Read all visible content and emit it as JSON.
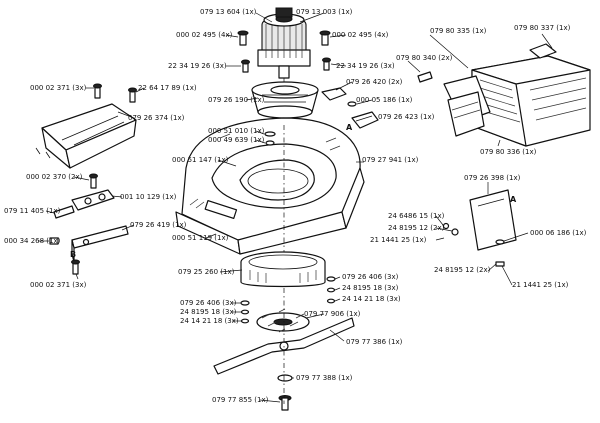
{
  "diagram": {
    "labels": {
      "motor_left": "079 13 604 (1x)",
      "motor_right": "079 13 003 (1x)",
      "screw_motor_l": "000 02 495 (4x)",
      "screw_motor_r": "000 02 495 (4x)",
      "screw_cover_l": "22 34 19 26 (3x)",
      "screw_cover_r": "22 34 19 26 (3x)",
      "cover_screw": "000 02 371 (3x)",
      "cover_pin": "22 64 17 89 (1x)",
      "cover": "079 26 374 (1x)",
      "bracket_420": "079 26 420 (2x)",
      "motor_base": "079 26 190 (1x)",
      "washer_186": "000 05 186 (1x)",
      "part_423": "079 26 423 (1x)",
      "ring_010": "000 51 010 (1x)",
      "ring_639": "000 49 639 (1x)",
      "deck_147": "000 51 147 (1x)",
      "deck": "079 27 941 (1x)",
      "bolt_370": "000 02 370 (2x)",
      "hinge_129": "001 10 129 (1x)",
      "axle_405": "079 11 405 (1x)",
      "bracket_419": "079 26 419 (1x)",
      "nut_288": "000 34 268 (1x)",
      "screw_bottom": "000 02 371 (3x)",
      "deck_119": "000 51 119 (1x)",
      "ring_260": "079 25 260 (1x)",
      "collar_406r": "079 26 406 (3x)",
      "wash_r": "24 8195 18 (3x)",
      "bolt_r": "24 14 21 18 (3x)",
      "collar_406l": "079 26 406 (3x)",
      "wash_l": "24 8195 18 (3x)",
      "bolt_l": "24 14 21 18 (3x)",
      "fan": "079 77 906 (1x)",
      "blade": "079 77 386 (1x)",
      "blade_washer": "079 77 388 (1x)",
      "blade_bolt": "079 77 855 (1x)",
      "box_335": "079 80 335 (1x)",
      "box_337": "079 80 337 (1x)",
      "box_340": "079 80 340 (2x)",
      "box_336": "079 80 336 (1x)",
      "plate_398": "079 26 398 (1x)",
      "rp_64861": "24 6486 15 (1x)",
      "rp_81951": "24 8195 12 (2x)",
      "rp_1441": "21 1441 25 (1x)",
      "rp_05186": "000 06 186 (1x)",
      "rp_81952": "24 8195 12 (2x)",
      "rp_14412": "21 1441 25 (1x)",
      "mark_a": "A",
      "mark_b": "B",
      "mark_a_right": "A"
    }
  }
}
